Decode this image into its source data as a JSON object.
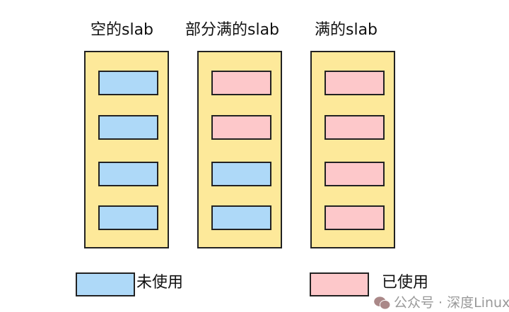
{
  "titles": [
    "空的slab",
    "部分满的slab",
    "满的slab"
  ],
  "columns": [
    {
      "name": "empty-slab",
      "cells": [
        "free",
        "free",
        "free",
        "free"
      ]
    },
    {
      "name": "partial-slab",
      "cells": [
        "used",
        "used",
        "free",
        "free"
      ]
    },
    {
      "name": "full-slab",
      "cells": [
        "used",
        "used",
        "used",
        "used"
      ]
    }
  ],
  "legend": {
    "free": "未使用",
    "used": "已使用"
  },
  "watermark": "公众号 · 深度Linux",
  "colors": {
    "slab": "#fde99a",
    "free": "#aed9f8",
    "used": "#fdc8ca"
  }
}
